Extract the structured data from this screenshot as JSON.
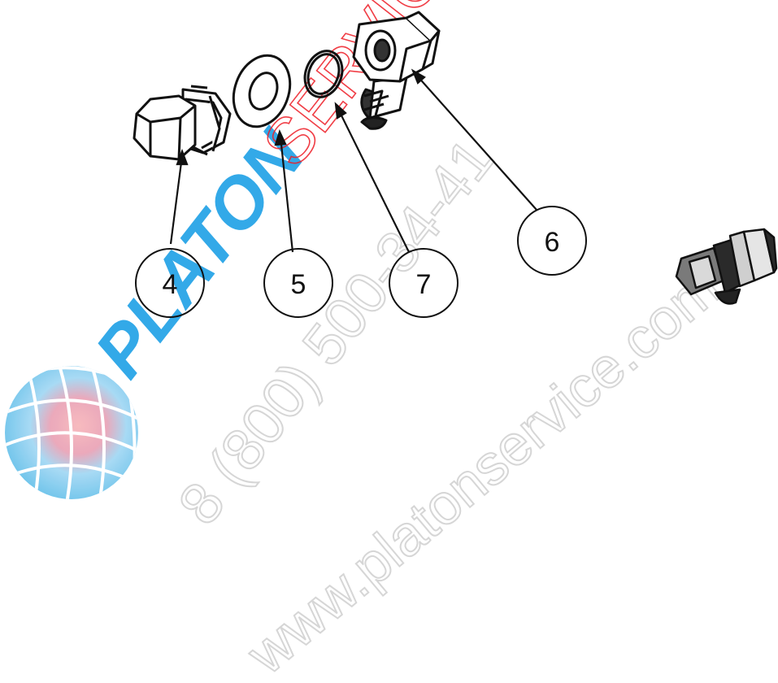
{
  "diagram": {
    "callouts": [
      {
        "id": "4",
        "label": "4"
      },
      {
        "id": "5",
        "label": "5"
      },
      {
        "id": "7",
        "label": "7"
      },
      {
        "id": "6",
        "label": "6"
      }
    ]
  },
  "watermark": {
    "brand_part1": "PLATON",
    "brand_part2": "SERVICE",
    "phone": "8 (800) 500-34-41",
    "website": "www.platonservice.com",
    "colors": {
      "blue": "#1ea0e6",
      "red": "#ee1c25",
      "gray": "#d8d8d8"
    }
  }
}
